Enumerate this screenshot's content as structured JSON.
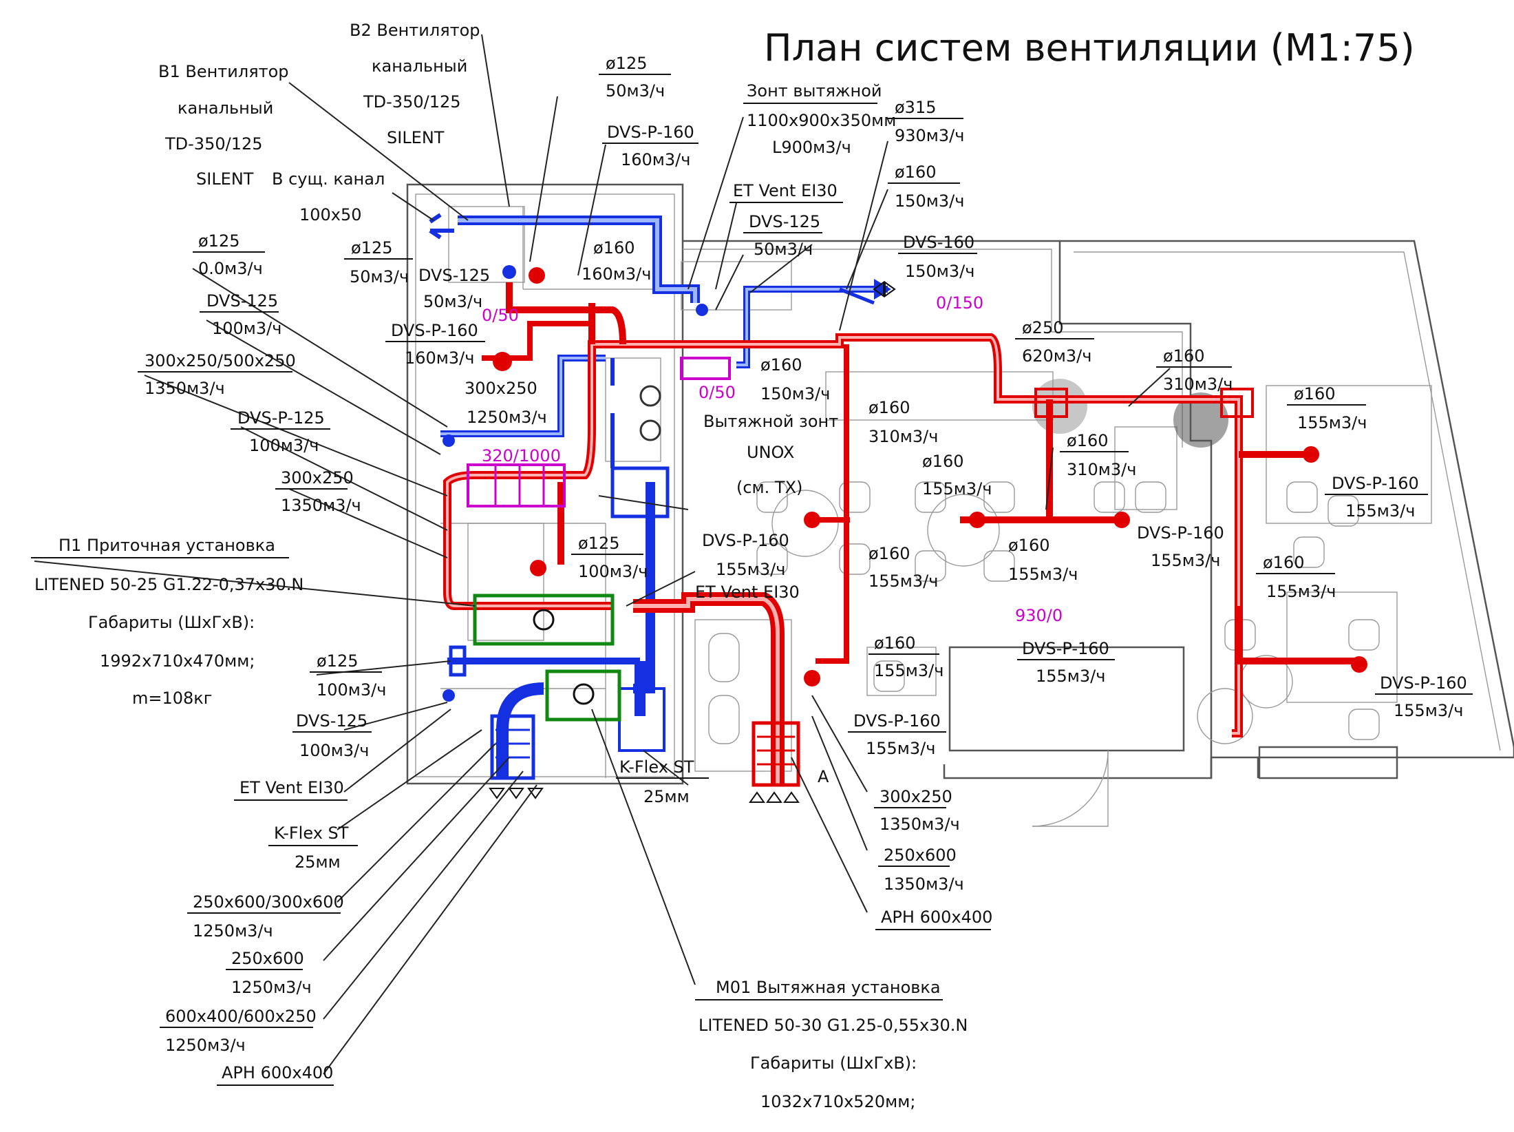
{
  "title": "План систем вентиляции (М1:75)",
  "colors": {
    "supply": "#e00000",
    "exhaust": "#1530e0",
    "unit": "#118811",
    "balance_label": "#cc00cc",
    "wall": "#555555"
  },
  "labels": {
    "b2_fan": [
      "В2 Вентилятор",
      "канальный",
      "TD-350/125",
      "SILENT"
    ],
    "b1_fan": [
      "В1 Вентилятор",
      "канальный",
      "TD-350/125",
      "SILENT"
    ],
    "existing_channel": [
      "В сущ. канал",
      "100х50"
    ],
    "d125_50_top": [
      "ø125",
      "50м3/ч"
    ],
    "dvsp160_top": [
      "DVS-P-160",
      "160м3/ч"
    ],
    "hood": [
      "Зонт вытяжной",
      "1100х900х350мм",
      "L900м3/ч"
    ],
    "d315": [
      "ø315",
      "930м3/ч"
    ],
    "etvent_top": "ET Vent EI30",
    "d160_150_top": [
      "ø160",
      "150м3/ч"
    ],
    "dvs125_50_right": [
      "DVS-125",
      "50м3/ч"
    ],
    "dvs160_150": [
      "DVS-160",
      "150м3/ч"
    ],
    "d125_0": [
      "ø125",
      "0.0м3/ч"
    ],
    "d125_50_left": [
      "ø125",
      "50м3/ч"
    ],
    "dvs125_50_inline": [
      "DVS-125",
      "50м3/ч"
    ],
    "d160_160_inline": [
      "ø160",
      "160м3/ч"
    ],
    "dvs125_100": [
      "DVS-125",
      "100м3/ч"
    ],
    "dvsp160_160": [
      "DVS-P-160",
      "160м3/ч"
    ],
    "r300_250_500": [
      "300х250/500х250",
      "1350м3/ч"
    ],
    "r300_250_1250": [
      "300х250",
      "1250м3/ч"
    ],
    "dvsp125": [
      "DVS-P-125",
      "100м3/ч"
    ],
    "r300_250_1350_left": [
      "300х250",
      "1350м3/ч"
    ],
    "p1_unit": [
      "П1 Приточная установка",
      "LITENED 50-25 G1.22-0,37х30.N",
      "Габариты (ШхГхВ):",
      "1992х710х470мм;",
      "m=108кг"
    ],
    "d125_100_left": [
      "ø125",
      "100м3/ч"
    ],
    "dvs125_100_left": [
      "DVS-125",
      "100м3/ч"
    ],
    "etvent_left": "ET Vent EI30",
    "kflex_left": [
      "K-Flex ST",
      "25мм"
    ],
    "r250_600_300_600": [
      "250х600/300х600",
      "1250м3/ч"
    ],
    "r250_600_left": [
      "250х600",
      "1250м3/ч"
    ],
    "r600_400": [
      "600х400/600х250",
      "1250м3/ч"
    ],
    "aph_left": "АРН 600х400",
    "d125_100_mid": [
      "ø125",
      "100м3/ч"
    ],
    "dvsp160_155_mid": [
      "DVS-P-160",
      "155м3/ч"
    ],
    "etvent_mid": "ET Vent EI30",
    "kflex_mid": [
      "K-Flex ST",
      "25мм"
    ],
    "m01_unit": [
      "М01 Вытяжная установка",
      "LITENED 50-30 G1.25-0,55х30.N",
      "Габариты (ШхГхВ):",
      "1032х710х520мм;"
    ],
    "hood_unox": [
      "Вытяжной зонт",
      "UNOX",
      "(см. ТХ)"
    ],
    "d160_150_mid": [
      "ø160",
      "150м3/ч"
    ],
    "d160_310_mid": [
      "ø160",
      "310м3/ч"
    ],
    "d160_155_a": [
      "ø160",
      "155м3/ч"
    ],
    "d160_155_b": [
      "ø160",
      "155м3/ч"
    ],
    "d160_155_c": [
      "ø160",
      "155м3/ч"
    ],
    "d160_155_d": [
      "ø160",
      "155м3/ч"
    ],
    "dvsp160_155_bottom_mid": [
      "DVS-P-160",
      "155м3/ч"
    ],
    "r300_250_bottom": [
      "300х250",
      "1350м3/ч"
    ],
    "r250_600_bottom": [
      "250х600",
      "1350м3/ч"
    ],
    "aph_bottom": "АРН 600х400",
    "d250": [
      "ø250",
      "620м3/ч"
    ],
    "d160_310_right": [
      "ø160",
      "310м3/ч"
    ],
    "d160_310_center": [
      "ø160",
      "310м3/ч"
    ],
    "dvsp160_155_center": [
      "DVS-P-160",
      "155м3/ч"
    ],
    "d160_155_right": [
      "ø160",
      "155м3/ч"
    ],
    "dvsp160_155_right_a": [
      "DVS-P-160",
      "155м3/ч"
    ],
    "dvsp160_155_c2": [
      "DVS-P-160",
      "155м3/ч"
    ],
    "d160_155_right_b": [
      "ø160",
      "155м3/ч"
    ],
    "dvsp160_155_right_b": [
      "DVS-P-160",
      "155м3/ч"
    ],
    "balances": [
      "0/50",
      "0/150",
      "0/50",
      "320/1000",
      "930/0"
    ],
    "marker_a": "А"
  }
}
